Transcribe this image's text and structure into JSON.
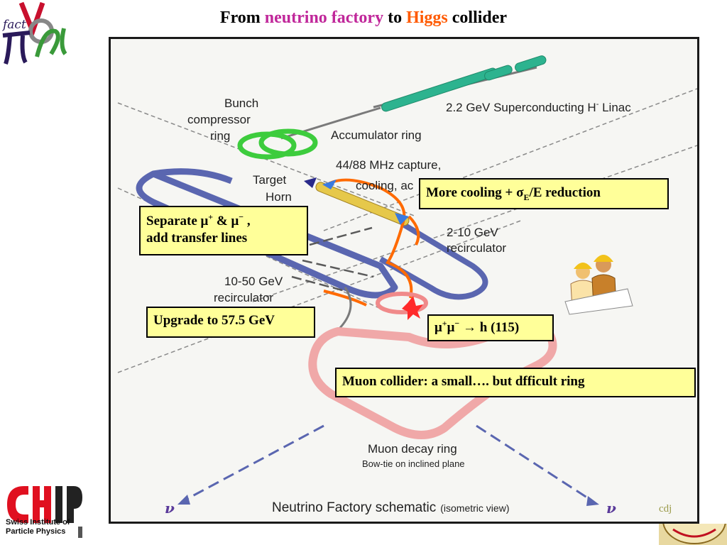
{
  "title": {
    "prefix": "From ",
    "word1": "neutrino factory",
    "middle": " to ",
    "word2": "Higgs",
    "suffix": " collider"
  },
  "logo_top": {
    "text": "fact"
  },
  "logo_bottom": {
    "line1": "Swiss Institute of",
    "line2": "Particle Physics"
  },
  "diagram": {
    "labels": {
      "linac": "2.2 GeV Superconducting H",
      "linac_sup": "-",
      "linac_suffix": " Linac",
      "bunch1": "Bunch",
      "bunch2": "compressor",
      "bunch3": "ring",
      "accumulator": "Accumulator ring",
      "capture1": "44/88 MHz capture,",
      "capture2": "cooling, ac",
      "target": "Target",
      "horn": "Horn",
      "recirc_small1": "2-10  GeV",
      "recirc_small2": "recirculator",
      "recirc_big1": "10-50  GeV",
      "recirc_big2": "recirculator",
      "decay": "Muon decay ring",
      "bowtie": "Bow-tie on inclined plane",
      "footer": "Neutrino Factory schematic",
      "footer_small": "(isometric view)",
      "nu_left": "ν",
      "nu_right": "ν",
      "cdj": "cdj"
    }
  },
  "boxes": {
    "cooling_pre": "More cooling + ",
    "cooling_sigma": "σ",
    "cooling_sub": "E",
    "cooling_post": "/E reduction",
    "separate_pre": "Separate μ",
    "separate_sup1": "+",
    "separate_mid": " & μ",
    "separate_sup2": "−",
    "separate_post": " ,",
    "separate_line2": "add transfer lines",
    "upgrade": "Upgrade to 57.5 GeV",
    "higgs_mu1": "μ",
    "higgs_sup1": "+",
    "higgs_mu2": "μ",
    "higgs_sup2": "−",
    "higgs_arrow": " → ",
    "higgs_h": "h (115)",
    "collider": "Muon collider: a small….  but dfficult ring"
  },
  "colors": {
    "neutrino_word": "#c0279a",
    "higgs_word": "#ff5a00",
    "box_fill": "#ffff99",
    "orange_path": "#ff6a00",
    "recirculator": "#4a5aa8",
    "decay_ring": "#f0a0a0",
    "linac": "#2db38f",
    "accumulator": "#3dcc3d"
  }
}
